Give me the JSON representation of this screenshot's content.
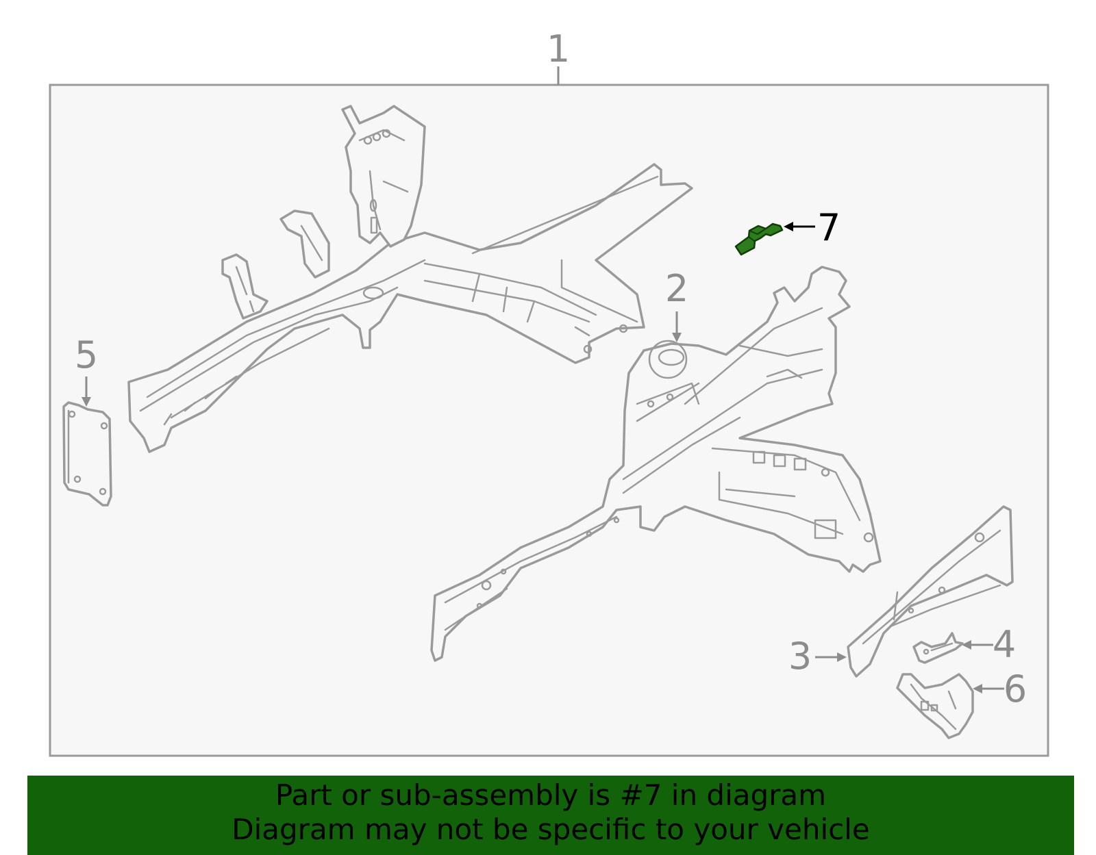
{
  "callouts": {
    "c1": "1",
    "c2": "2",
    "c3": "3",
    "c4": "4",
    "c5": "5",
    "c6": "6",
    "c7": "7"
  },
  "highlight_part": "7",
  "colors": {
    "highlight": "#2e7d1c",
    "banner": "#12620a",
    "outline": "#9a9a9a",
    "frame_fill": "#f7f7f7"
  },
  "banner": {
    "line1": "Part or sub-assembly is #7 in diagram",
    "line2": "Diagram may not be specific to your vehicle"
  }
}
